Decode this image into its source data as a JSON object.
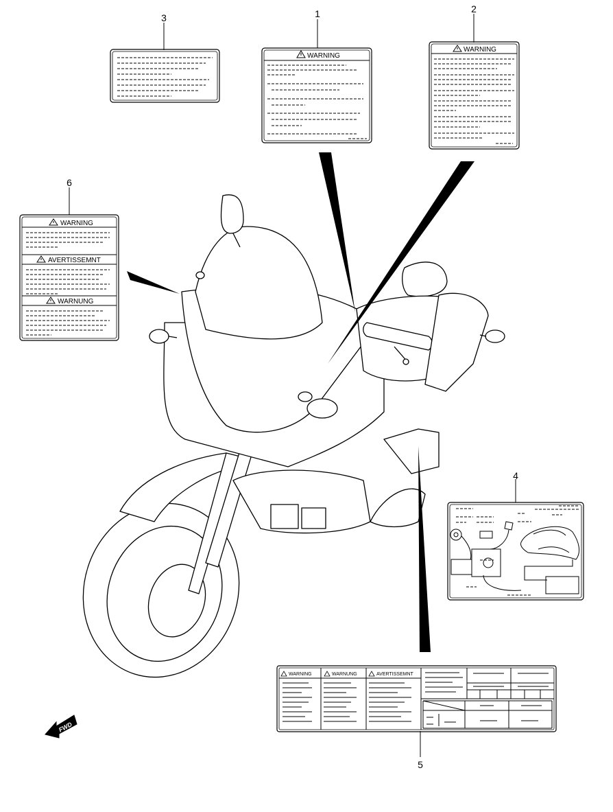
{
  "callouts": [
    {
      "number": "1"
    },
    {
      "number": "2"
    },
    {
      "number": "3"
    },
    {
      "number": "4"
    },
    {
      "number": "5"
    },
    {
      "number": "6"
    }
  ],
  "labels": {
    "warning": "WARNING",
    "avertissement": "AVERTISSEMNT",
    "warnung": "WARNUNG"
  },
  "direction": {
    "fwd": "FWD"
  }
}
